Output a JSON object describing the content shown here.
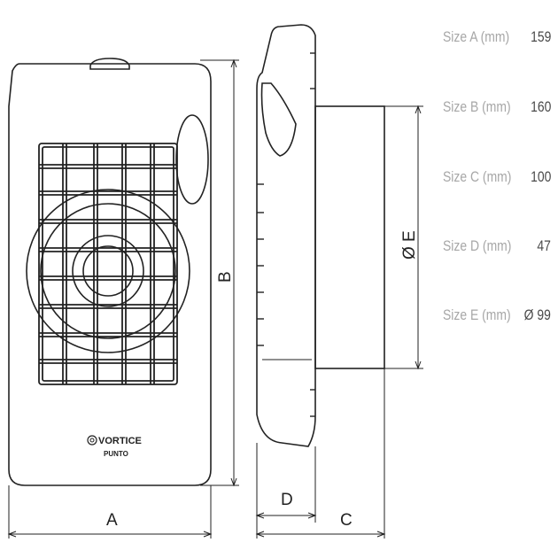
{
  "product": {
    "brand": "VORTICE",
    "model": "PUNTO"
  },
  "dimension_letters": {
    "a": "A",
    "b": "B",
    "c": "C",
    "d": "D",
    "e": "Ø E"
  },
  "specs": [
    {
      "label": "Size A (mm)",
      "value": "159"
    },
    {
      "label": "Size B (mm)",
      "value": "160"
    },
    {
      "label": "Size C (mm)",
      "value": "100"
    },
    {
      "label": "Size D (mm)",
      "value": "47"
    },
    {
      "label": "Size E (mm)",
      "value": "Ø 99"
    }
  ],
  "colors": {
    "outline": "#222222",
    "label_gray": "#a7a7a7",
    "value_dark": "#4a4a4a"
  }
}
